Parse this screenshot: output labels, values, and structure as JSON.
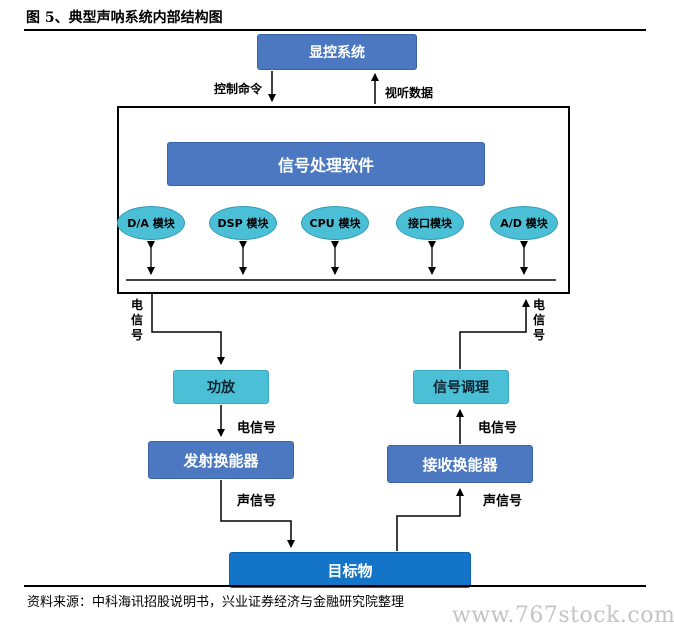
{
  "title": "图 5、典型声呐系统内部结构图",
  "nodes": {
    "display": "显控系统",
    "software": "信号处理软件",
    "amp": "功放",
    "conditioning": "信号调理",
    "tx_transducer": "发射换能器",
    "rx_transducer": "接收换能器",
    "target": "目标物"
  },
  "modules": [
    "D/A 模块",
    "DSP 模块",
    "CPU 模块",
    "接口模块",
    "A/D 模块"
  ],
  "edge_labels": {
    "control_cmd": "控制命令",
    "video_data": "视听数据",
    "elec_left_vertical": "电信号",
    "elec_right_vertical": "电信号",
    "elec_left": "电信号",
    "elec_right": "电信号",
    "sound_left": "声信号",
    "sound_right": "声信号"
  },
  "source": "资料来源：中科海讯招股说明书，兴业证券经济与金融研究院整理",
  "watermark": "www.767stock.com"
}
